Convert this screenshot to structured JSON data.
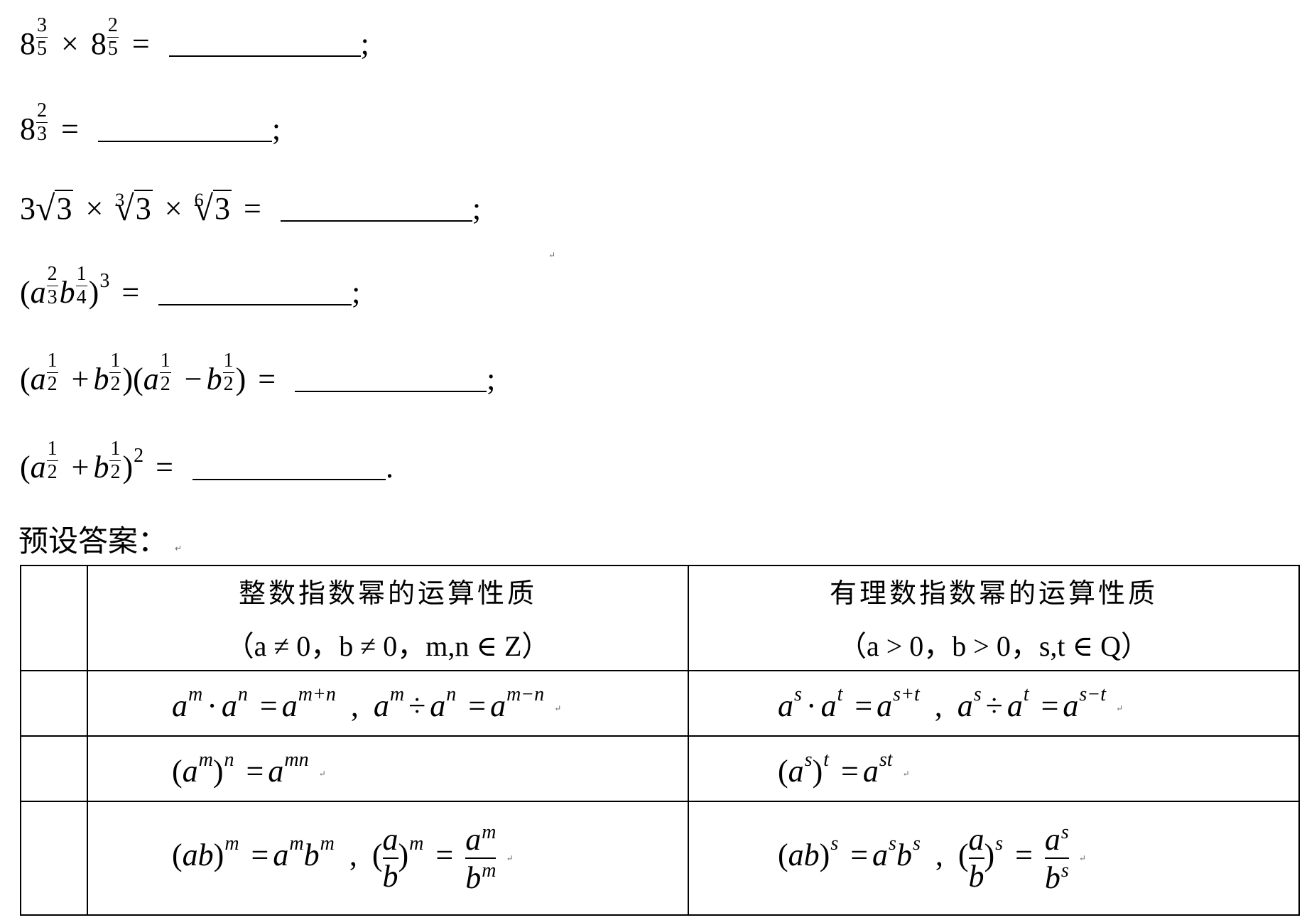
{
  "exercises": {
    "semicolon": ";",
    "period": ".",
    "equals": "=",
    "times": "×",
    "plus": "+",
    "minus": "−",
    "lines": [
      {
        "id": "e1"
      },
      {
        "id": "e2"
      },
      {
        "id": "e3"
      },
      {
        "id": "e4"
      },
      {
        "id": "e5"
      },
      {
        "id": "e6"
      }
    ]
  },
  "preset_answer_label": "预设答案：",
  "table": {
    "header": {
      "integer_title": "整数指数幂的运算性质",
      "integer_condition": "（a ≠ 0，b ≠ 0，m,n ∈ Z）",
      "rational_title": "有理数指数幂的运算性质",
      "rational_condition": "（a > 0，b > 0，s,t ∈ Q）"
    },
    "rows": [
      {
        "integer": "a^m · a^n = a^(m+n)，a^m ÷ a^n = a^(m−n)",
        "rational": "a^s · a^t = a^(s+t)，a^s ÷ a^t = a^(s−t)"
      },
      {
        "integer": "(a^m)^n = a^(mn)",
        "rational": "(a^s)^t = a^(st)"
      },
      {
        "integer": "(ab)^m = a^m b^m，(a/b)^m = a^m / b^m",
        "rational": "(ab)^s = a^s b^s，(a/b)^s = a^s / b^s"
      }
    ]
  }
}
